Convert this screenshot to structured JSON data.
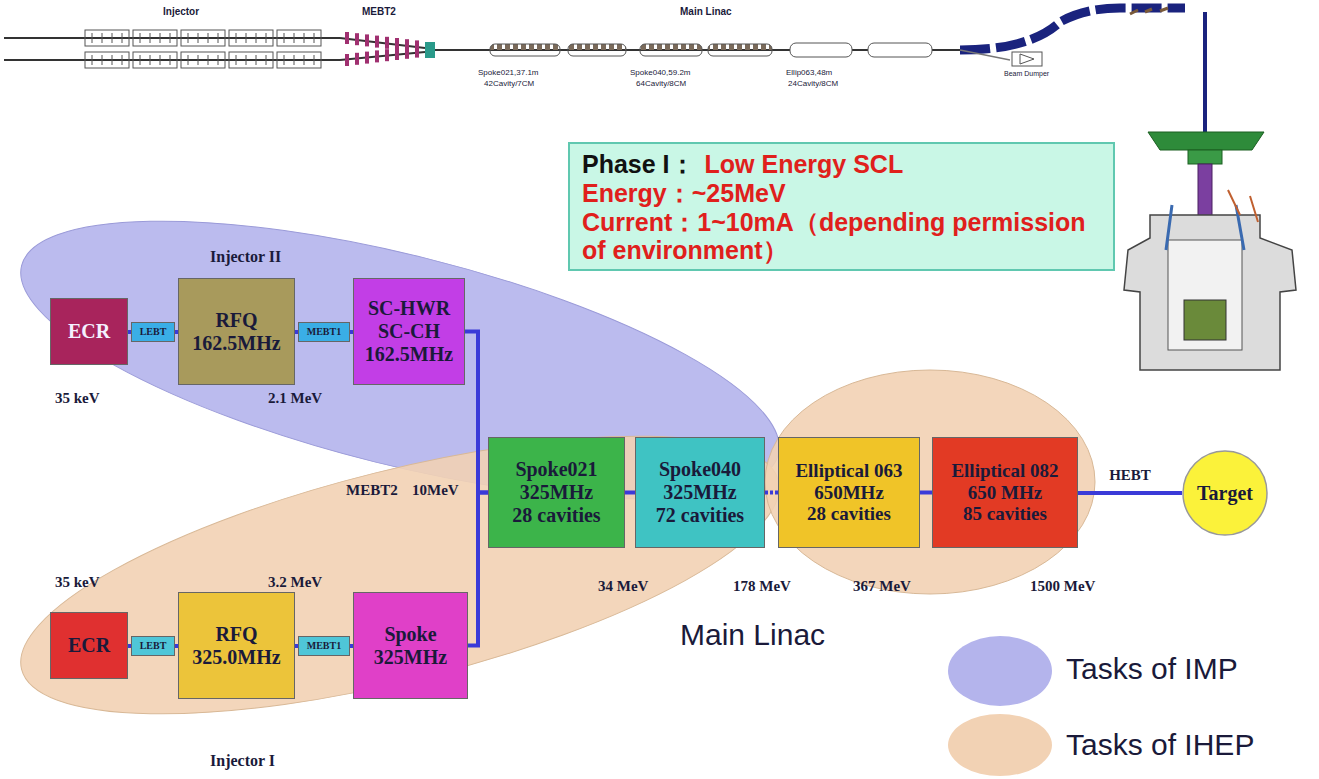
{
  "diagram": {
    "nodes": [
      {
        "text": [
          "Phase I：",
          "Low Energy SCL",
          "Energy：~25MeV",
          "Current：1~10mA（depending permission of environment）"
        ]
      },
      {
        "text": [
          "ECR"
        ]
      },
      {
        "text": [
          "LEBT"
        ]
      },
      {
        "text": [
          "RFQ",
          "162.5MHz"
        ]
      },
      {
        "text": [
          "MEBT1"
        ]
      },
      {
        "text": [
          "SC-HWR",
          "SC-CH",
          "162.5MHz"
        ]
      },
      {
        "text": [
          "ECR"
        ]
      },
      {
        "text": [
          "LEBT"
        ]
      },
      {
        "text": [
          "RFQ",
          "325.0MHz"
        ]
      },
      {
        "text": [
          "MEBT1"
        ]
      },
      {
        "text": [
          "Spoke",
          "325MHz"
        ]
      },
      {
        "text": [
          "Spoke021",
          "325MHz",
          "28 cavities"
        ]
      },
      {
        "text": [
          "Spoke040",
          "325MHz",
          "72 cavities"
        ]
      },
      {
        "text": [
          "Elliptical 063",
          "650MHz",
          "28 cavities"
        ]
      },
      {
        "text": [
          "Elliptical 082",
          "650 MHz",
          "85 cavities"
        ]
      },
      {
        "text": [
          "Target"
        ]
      }
    ],
    "edges": [
      {
        "from": 1,
        "to": 2,
        "arrow": "none"
      },
      {
        "from": 2,
        "to": 3,
        "arrow": "none"
      },
      {
        "from": 3,
        "to": 4,
        "arrow": "none"
      },
      {
        "from": 4,
        "to": 5,
        "arrow": "none"
      },
      {
        "from": 6,
        "to": 7,
        "arrow": "none"
      },
      {
        "from": 7,
        "to": 8,
        "arrow": "none"
      },
      {
        "from": 8,
        "to": 9,
        "arrow": "none"
      },
      {
        "from": 9,
        "to": 10,
        "arrow": "none"
      },
      {
        "from": 5,
        "to": 11,
        "arrow": "none"
      },
      {
        "from": 10,
        "to": 11,
        "arrow": "none"
      },
      {
        "from": 11,
        "to": 12,
        "arrow": "none"
      },
      {
        "from": 12,
        "to": 13,
        "arrow": "none"
      },
      {
        "from": 13,
        "to": 14,
        "arrow": "none"
      },
      {
        "from": 14,
        "to": 15,
        "label": "HEBT",
        "arrow": "none"
      }
    ],
    "labels": [
      "Injector",
      "MEBT2",
      "Main Linac",
      "Spoke021,37.1m",
      "42Cavity/7CM",
      "Spoke040,59.2m",
      "64Cavity/8CM",
      "Ellip063,48m",
      "24Cavity/8CM",
      "Beam Dumper",
      "Injector II",
      "35 keV",
      "2.1 MeV",
      "MEBT2",
      "10MeV",
      "35 keV",
      "3.2 MeV",
      "34 MeV",
      "178 MeV",
      "367 MeV",
      "1500 MeV",
      "Main Linac",
      "Injector I"
    ],
    "legend": [
      {
        "text": "Tasks of IMP",
        "color": "#b4b4ec"
      },
      {
        "text": "Tasks of IHEP",
        "color": "#f2d2b4"
      }
    ]
  }
}
